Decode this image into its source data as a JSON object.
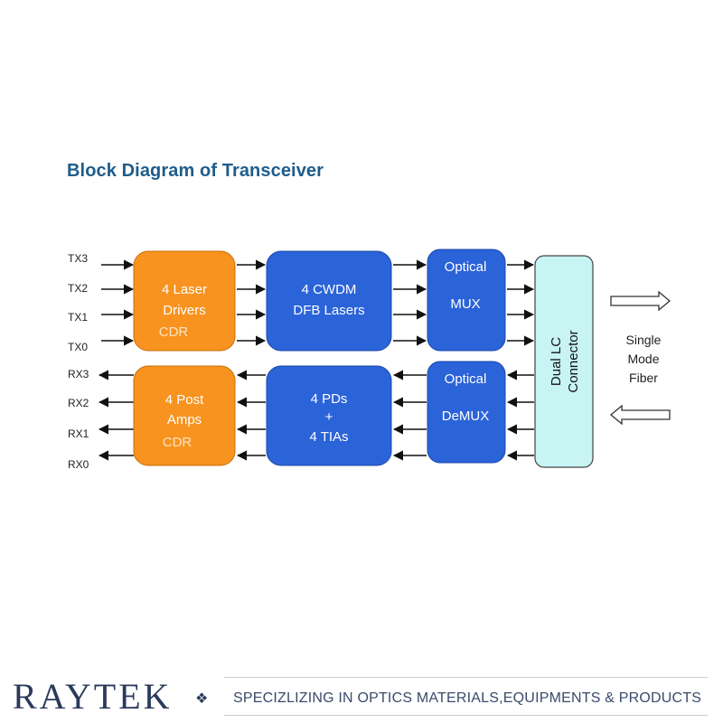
{
  "title": "Block Diagram of Transceiver",
  "signals": {
    "tx": [
      "TX3",
      "TX2",
      "TX1",
      "TX0"
    ],
    "rx": [
      "RX3",
      "RX2",
      "RX1",
      "RX0"
    ]
  },
  "blocks": {
    "laser_drivers": {
      "line1": "4 Laser",
      "line2": "Drivers",
      "line3": "CDR"
    },
    "cwdm_lasers": {
      "line1": "4 CWDM",
      "line2": "DFB Lasers"
    },
    "optical_mux": {
      "line1": "Optical",
      "line2": "MUX"
    },
    "post_amps": {
      "line1": "4 Post",
      "line2": "Amps",
      "line3": "CDR"
    },
    "pds_tias": {
      "line1": "4 PDs",
      "line2": "+",
      "line3": "4 TIAs"
    },
    "optical_demux": {
      "line1": "Optical",
      "line2": "DeMUX"
    },
    "connector": {
      "line1": "Dual LC",
      "line2": "Connector"
    }
  },
  "fiber": {
    "line1": "Single",
    "line2": "Mode",
    "line3": "Fiber"
  },
  "colors": {
    "orange": "#f7931e",
    "blue": "#2b63d9",
    "connector": "#c8f4f4",
    "title": "#1f5c8b"
  },
  "footer": {
    "logo": "RAYTEK",
    "tagline": "SPECIZLIZING IN OPTICS  MATERIALS,EQUIPMENTS & PRODUCTS"
  }
}
